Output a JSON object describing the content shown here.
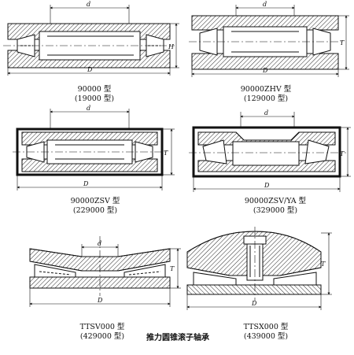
{
  "title": "推力圆锥滚子轴承",
  "colors": {
    "line": "#111111",
    "hatch": "#111111",
    "background": "#ffffff"
  },
  "dimension_symbols": {
    "bore": "d",
    "outer": "D",
    "height_H": "H",
    "height_T": "T"
  },
  "figures": [
    {
      "id": "fig1",
      "type_label": "90000 型",
      "old_label": "(19000 型)"
    },
    {
      "id": "fig2",
      "type_label": "90000ZHV 型",
      "old_label": "(129000 型)"
    },
    {
      "id": "fig3",
      "type_label": "90000ZSV 型",
      "old_label": "(229000 型)"
    },
    {
      "id": "fig4",
      "type_label": "90000ZSV/YA 型",
      "old_label": "(329000 型)"
    },
    {
      "id": "fig5",
      "type_label": "TTSV000 型",
      "old_label": "(429000 型)"
    },
    {
      "id": "fig6",
      "type_label": "TTSX000 型",
      "old_label": "(439000 型)"
    }
  ]
}
